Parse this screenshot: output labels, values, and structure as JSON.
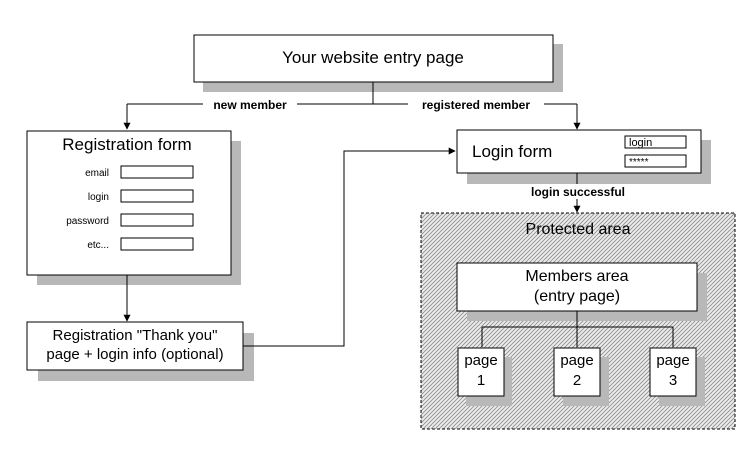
{
  "entry_page": {
    "label": "Your website entry page"
  },
  "edges": {
    "new_member": "new member",
    "registered_member": "registered member",
    "login_successful": "login successful"
  },
  "registration_form": {
    "title": "Registration form",
    "fields": [
      "email",
      "login",
      "password",
      "etc..."
    ]
  },
  "thank_you_page": {
    "line1": "Registration \"Thank you\"",
    "line2": "page + login info (optional)"
  },
  "login_form": {
    "title": "Login form",
    "login_value": "login",
    "password_value": "*****"
  },
  "protected_area": {
    "title": "Protected area",
    "members_area": {
      "line1": "Members area",
      "line2": "(entry page)"
    },
    "pages": [
      {
        "name": "page",
        "number": "1"
      },
      {
        "name": "page",
        "number": "2"
      },
      {
        "name": "page",
        "number": "3"
      }
    ]
  },
  "colors": {
    "shadow": "#b8b8b8",
    "hatch": "#8c8c8c",
    "hatch_bg": "#ececec",
    "border": "#000000"
  }
}
